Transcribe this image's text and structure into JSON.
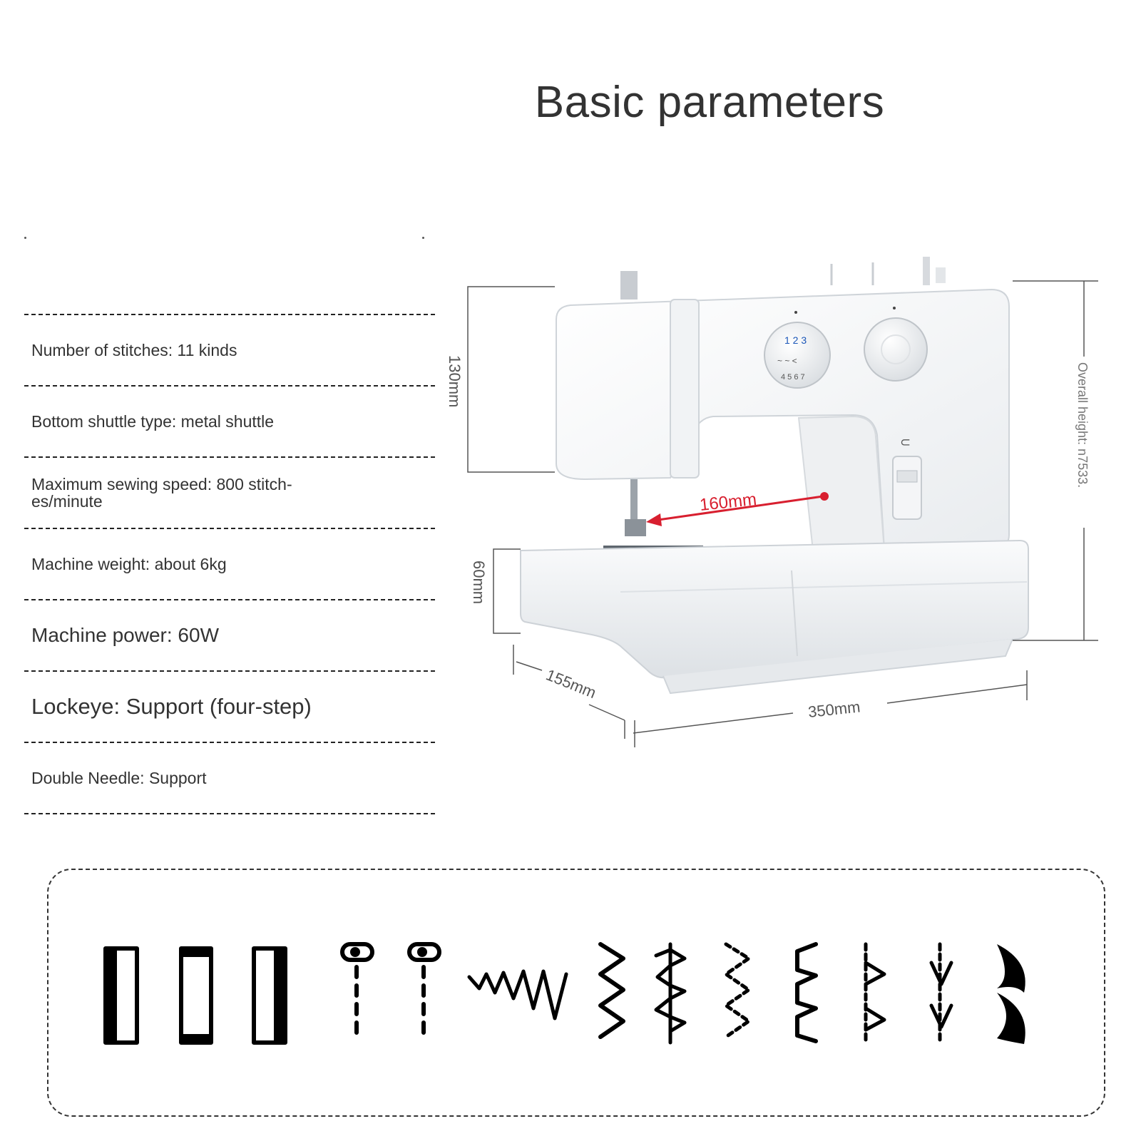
{
  "title": "Basic parameters",
  "specs": [
    {
      "text": "Number of stitches: 11 kinds"
    },
    {
      "text": "Bottom shuttle type: metal shuttle"
    },
    {
      "text": "Maximum sewing speed: 800 stitch-es/minute"
    },
    {
      "text": "Machine weight: about 6kg"
    },
    {
      "text": "Machine power: 60W"
    },
    {
      "text": "Lockeye: Support (four-step)"
    },
    {
      "text": "Double Needle: Support"
    }
  ],
  "dimensions": {
    "height_head": "130mm",
    "height_bed": "60mm",
    "throat": "160mm",
    "depth": "155mm",
    "width": "350mm",
    "overall_height": "Overall height: n7533."
  },
  "stitches": [
    "buttonhole-bar-left-icon",
    "buttonhole-bar-ends-icon",
    "buttonhole-bar-right-icon",
    "buttonhole-straight-1-icon",
    "buttonhole-straight-2-icon",
    "zigzag-horizontal-icon",
    "zigzag-vertical-icon",
    "stretch-stitch-icon",
    "dotted-zigzag-icon",
    "blind-hem-icon",
    "dotted-blind-hem-icon",
    "shell-tuck-icon",
    "scallop-icon"
  ],
  "colors": {
    "accent": "#d81f2f",
    "dial_blue": "#1a56b8"
  }
}
